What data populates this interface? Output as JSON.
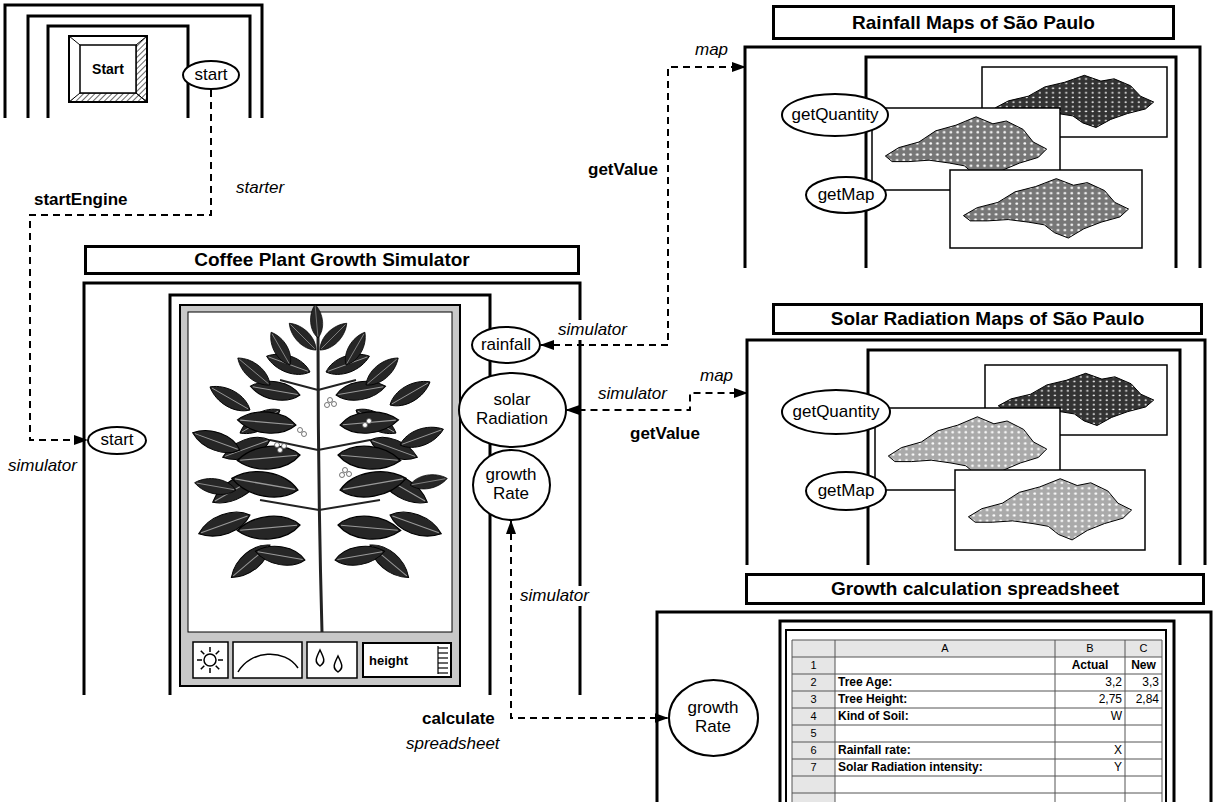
{
  "diagram": {
    "nodes": [
      {
        "text": [
          "Start"
        ]
      },
      {
        "text": [
          "start"
        ]
      },
      {
        "text": [
          "Coffee Plant Growth Simulator"
        ]
      },
      {
        "text": [
          "start"
        ],
        "in": 2
      },
      {
        "text": [
          "rainfall"
        ],
        "in": 2
      },
      {
        "text": [
          "solar Radiation"
        ],
        "in": 2
      },
      {
        "text": [
          "growth Rate"
        ],
        "in": 2
      },
      {
        "text": [
          "height"
        ],
        "in": 2
      },
      {
        "text": [
          "Rainfall Maps of São Paulo"
        ]
      },
      {
        "text": [
          "getQuantity"
        ],
        "in": 8
      },
      {
        "text": [
          "getMap"
        ],
        "in": 8
      },
      {
        "text": [
          "Solar Radiation Maps of São Paulo"
        ]
      },
      {
        "text": [
          "getQuantity"
        ],
        "in": 11
      },
      {
        "text": [
          "getMap"
        ],
        "in": 11
      },
      {
        "text": [
          "Growth calculation spreadsheet"
        ]
      },
      {
        "text": [
          "growth Rate"
        ],
        "in": 14
      }
    ],
    "edges": [
      {
        "from": 1,
        "to": 3,
        "arrow": "to",
        "label": "startEngine"
      },
      {
        "from": 4,
        "to": 8,
        "arrow": "both",
        "label": "getValue"
      },
      {
        "from": 5,
        "to": 11,
        "arrow": "both",
        "label": "getValue"
      },
      {
        "from": 6,
        "to": 15,
        "arrow": "both",
        "label": "calculate"
      }
    ],
    "labels": [
      "starter",
      "simulator",
      "map",
      "simulator",
      "map",
      "simulator",
      "simulator",
      "spreadsheet",
      "A",
      "B",
      "C",
      "1",
      "2",
      "3",
      "4",
      "5",
      "6",
      "7",
      "Actual",
      "New",
      "Tree Age:",
      "3,2",
      "3,3",
      "Tree Height:",
      "2,75",
      "2,84",
      "Kind of Soil:",
      "W",
      "Rainfall rate:",
      "X",
      "Solar Radiation intensity:",
      "Y"
    ]
  }
}
